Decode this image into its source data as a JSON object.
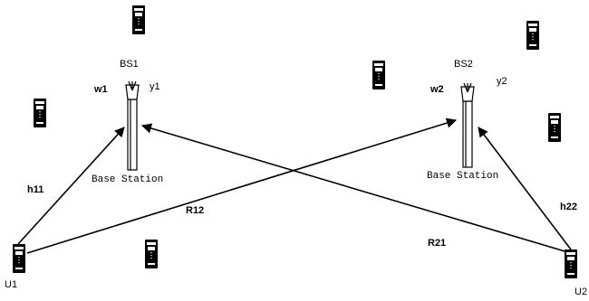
{
  "base_stations": [
    {
      "id": "bs1",
      "name": "BS1",
      "tx_label": "w1",
      "rx_label": "y1",
      "caption": "Base Station"
    },
    {
      "id": "bs2",
      "name": "BS2",
      "tx_label": "w2",
      "rx_label": "y2",
      "caption": "Base Station"
    }
  ],
  "users": [
    {
      "id": "u1",
      "label": "U1"
    },
    {
      "id": "u2",
      "label": "U2"
    }
  ],
  "links": [
    {
      "id": "h11",
      "label": "h11",
      "from": "U1",
      "to": "BS1"
    },
    {
      "id": "r12",
      "label": "R12",
      "from": "U1",
      "to": "BS2"
    },
    {
      "id": "r21",
      "label": "R21",
      "from": "U2",
      "to": "BS1"
    },
    {
      "id": "h22",
      "label": "h22",
      "from": "U2",
      "to": "BS2"
    }
  ],
  "icons": {
    "phone": "mobile-phone-icon",
    "antenna": "antenna-tower-icon",
    "arrow": "arrowhead-icon"
  },
  "colors": {
    "line": "#000000",
    "background": "#ffffff"
  }
}
